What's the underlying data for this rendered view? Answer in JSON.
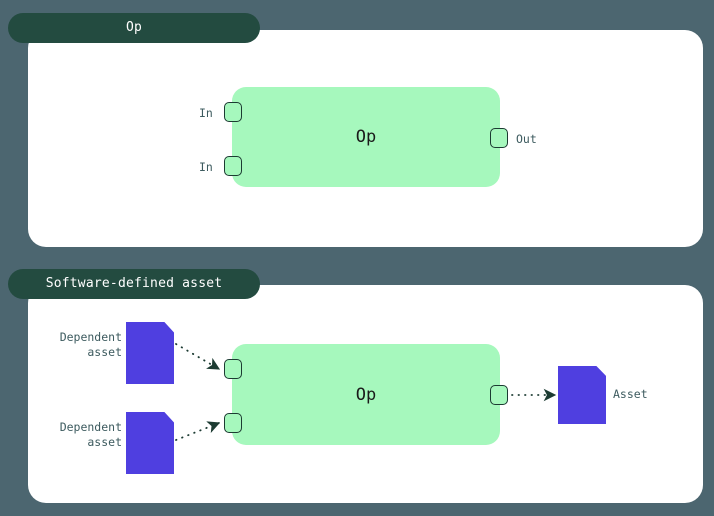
{
  "theme": {
    "background": "#4c6670",
    "panel_background": "#ffffff",
    "tab_background": "#234b40",
    "tab_text": "#ffffff",
    "op_box_fill": "#a6f8bd",
    "port_fill": "#a6f8bd",
    "port_border": "#1c3b32",
    "asset_fill": "#4f3fe0",
    "label_text": "#3d5b5f",
    "edge_color": "#1c3b32"
  },
  "panels": [
    {
      "tab_label": "Op",
      "op_box": {
        "label": "Op",
        "inputs": [
          {
            "label": "In"
          },
          {
            "label": "In"
          }
        ],
        "outputs": [
          {
            "label": "Out"
          }
        ]
      }
    },
    {
      "tab_label": "Software-defined asset",
      "op_box": {
        "label": "Op",
        "inputs": [
          {
            "label": ""
          },
          {
            "label": ""
          }
        ],
        "outputs": [
          {
            "label": ""
          }
        ]
      },
      "assets": {
        "dependent_1": "Dependent\n   asset",
        "dependent_2": "Dependent\n   asset",
        "output": "Asset"
      }
    }
  ]
}
